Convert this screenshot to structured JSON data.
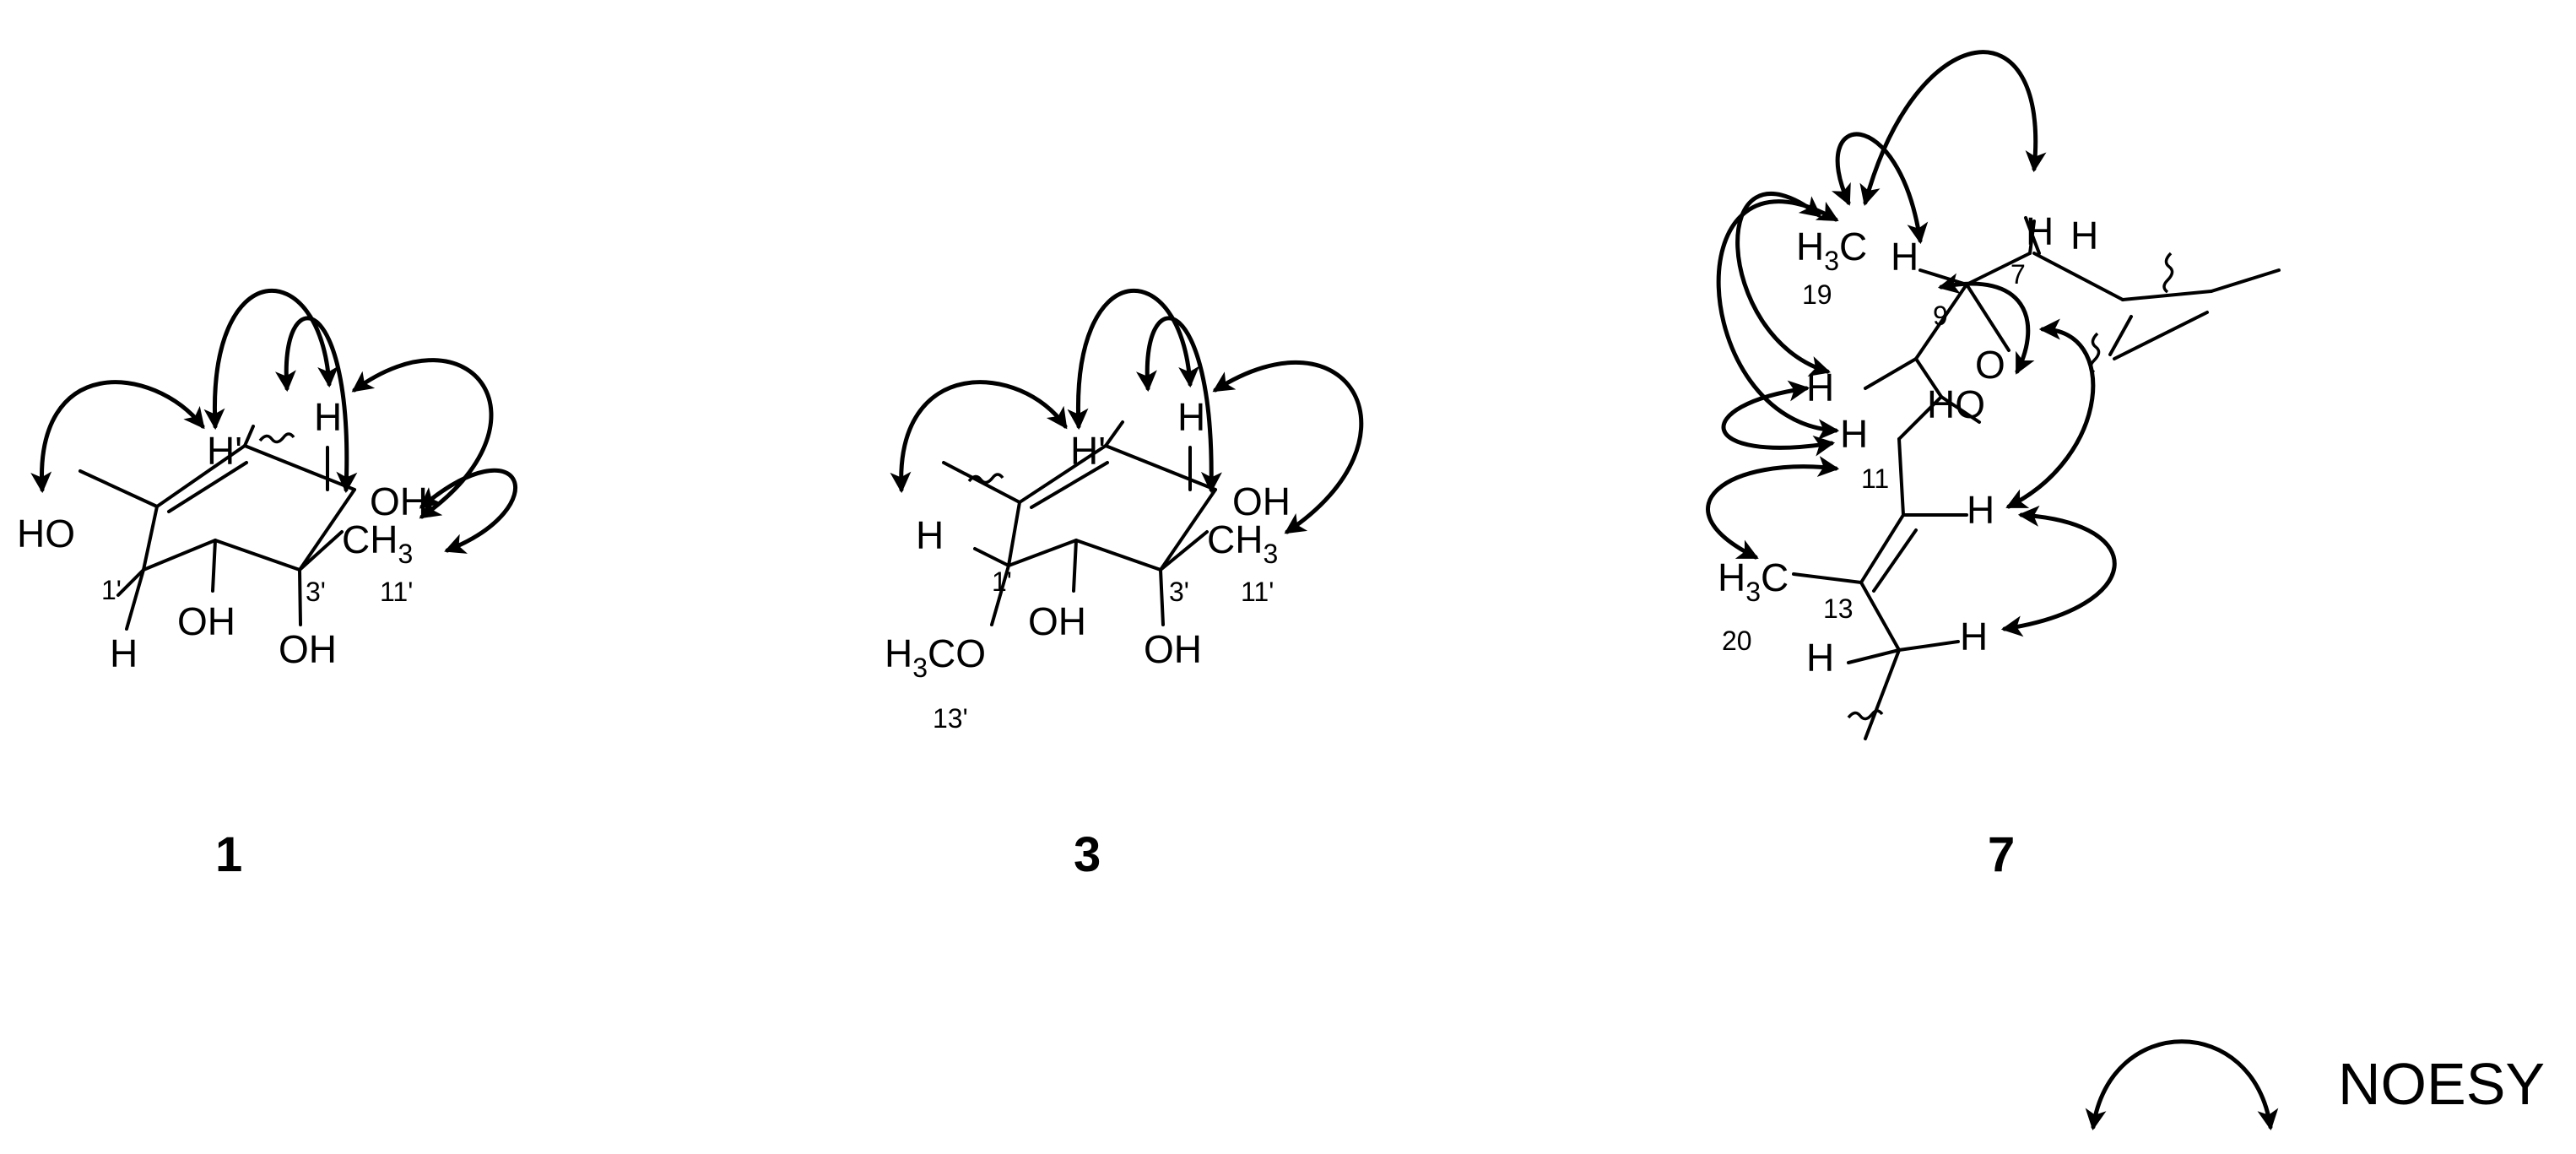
{
  "figure": {
    "legend_label": "NOESY",
    "compounds": [
      {
        "label": "1",
        "atoms": {
          "ho": "HO",
          "oh_a": "OH",
          "oh_b": "OH",
          "oh_c": "OH",
          "ch3": "CH",
          "ch3_sub": "3",
          "h_a": "H",
          "h_b": "H'",
          "h_c": "H"
        },
        "numbers": {
          "c1": "1'",
          "c3": "3'",
          "c11": "11'"
        }
      },
      {
        "label": "3",
        "atoms": {
          "h_left": "H",
          "och3": "H",
          "och3_sub": "3",
          "och3_tail": "CO",
          "oh_a": "OH",
          "oh_b": "OH",
          "oh_c": "OH",
          "ch3": "CH",
          "ch3_sub": "3",
          "h_b": "H'",
          "h_c": "H"
        },
        "numbers": {
          "c1": "1'",
          "c3": "3'",
          "c11": "11'",
          "c13": "13'"
        }
      },
      {
        "label": "7",
        "atoms": {
          "h_top": "H",
          "h7": "H",
          "ch3_19": "H",
          "ch3_19_sub": "3",
          "ch3_19_tail": "C",
          "h9": "H",
          "o_ring": "O",
          "h_left": "H",
          "ho": "HO",
          "h11": "H",
          "h12": "H",
          "ch3_20": "H",
          "ch3_20_sub": "3",
          "ch3_20_tail": "C",
          "h14a": "H",
          "h14b": "H"
        },
        "numbers": {
          "c7": "7",
          "c9": "9",
          "c11": "11",
          "c13": "13",
          "c19": "19",
          "c20": "20"
        }
      }
    ]
  }
}
